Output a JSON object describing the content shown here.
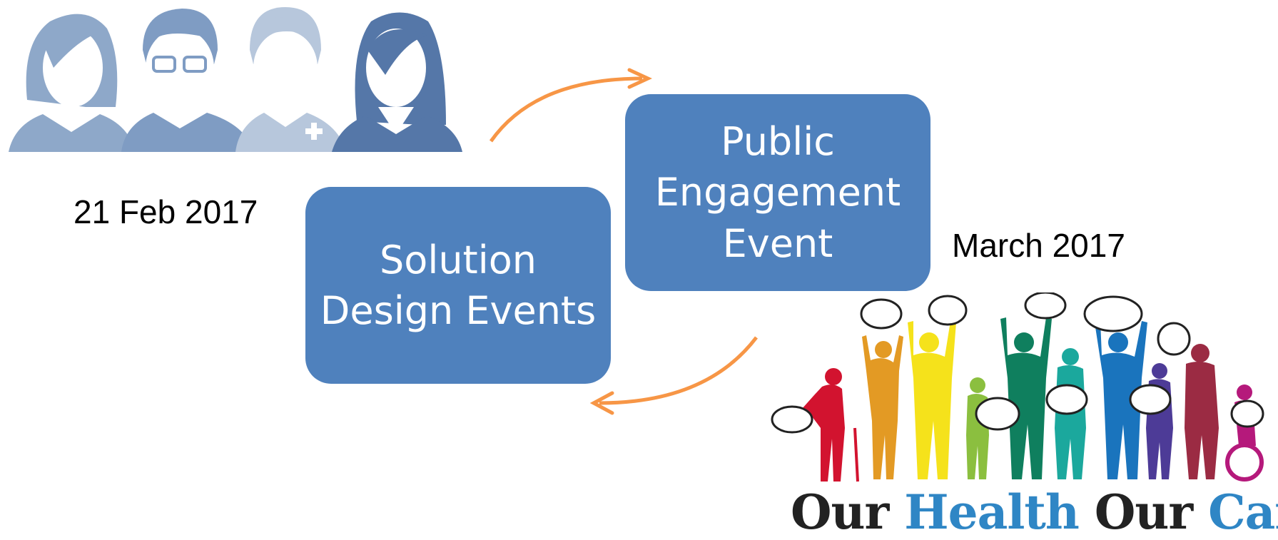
{
  "diagram": {
    "nodes": [
      {
        "id": "solution",
        "lines": [
          "Solution",
          "Design Events"
        ]
      },
      {
        "id": "public",
        "lines": [
          "Public",
          "Engagement",
          "Event"
        ]
      }
    ],
    "dates": {
      "left": "21 Feb 2017",
      "right": "March 2017"
    }
  },
  "logo": {
    "words": [
      "Our",
      "Health",
      "Our",
      "Care"
    ]
  },
  "icons": {
    "people": "people-avatars-icon",
    "crowd": "crowd-speech-bubbles-icon",
    "arrow": "curved-arrow-icon"
  },
  "colors": {
    "box": "#4f81bd",
    "arrow": "#f79646",
    "avatar_light": "#b7c7dc",
    "avatar_mid": "#8ea8c9",
    "avatar_dark": "#5577a8",
    "logo_blue": "#2f86c5",
    "logo_dark": "#222222"
  }
}
